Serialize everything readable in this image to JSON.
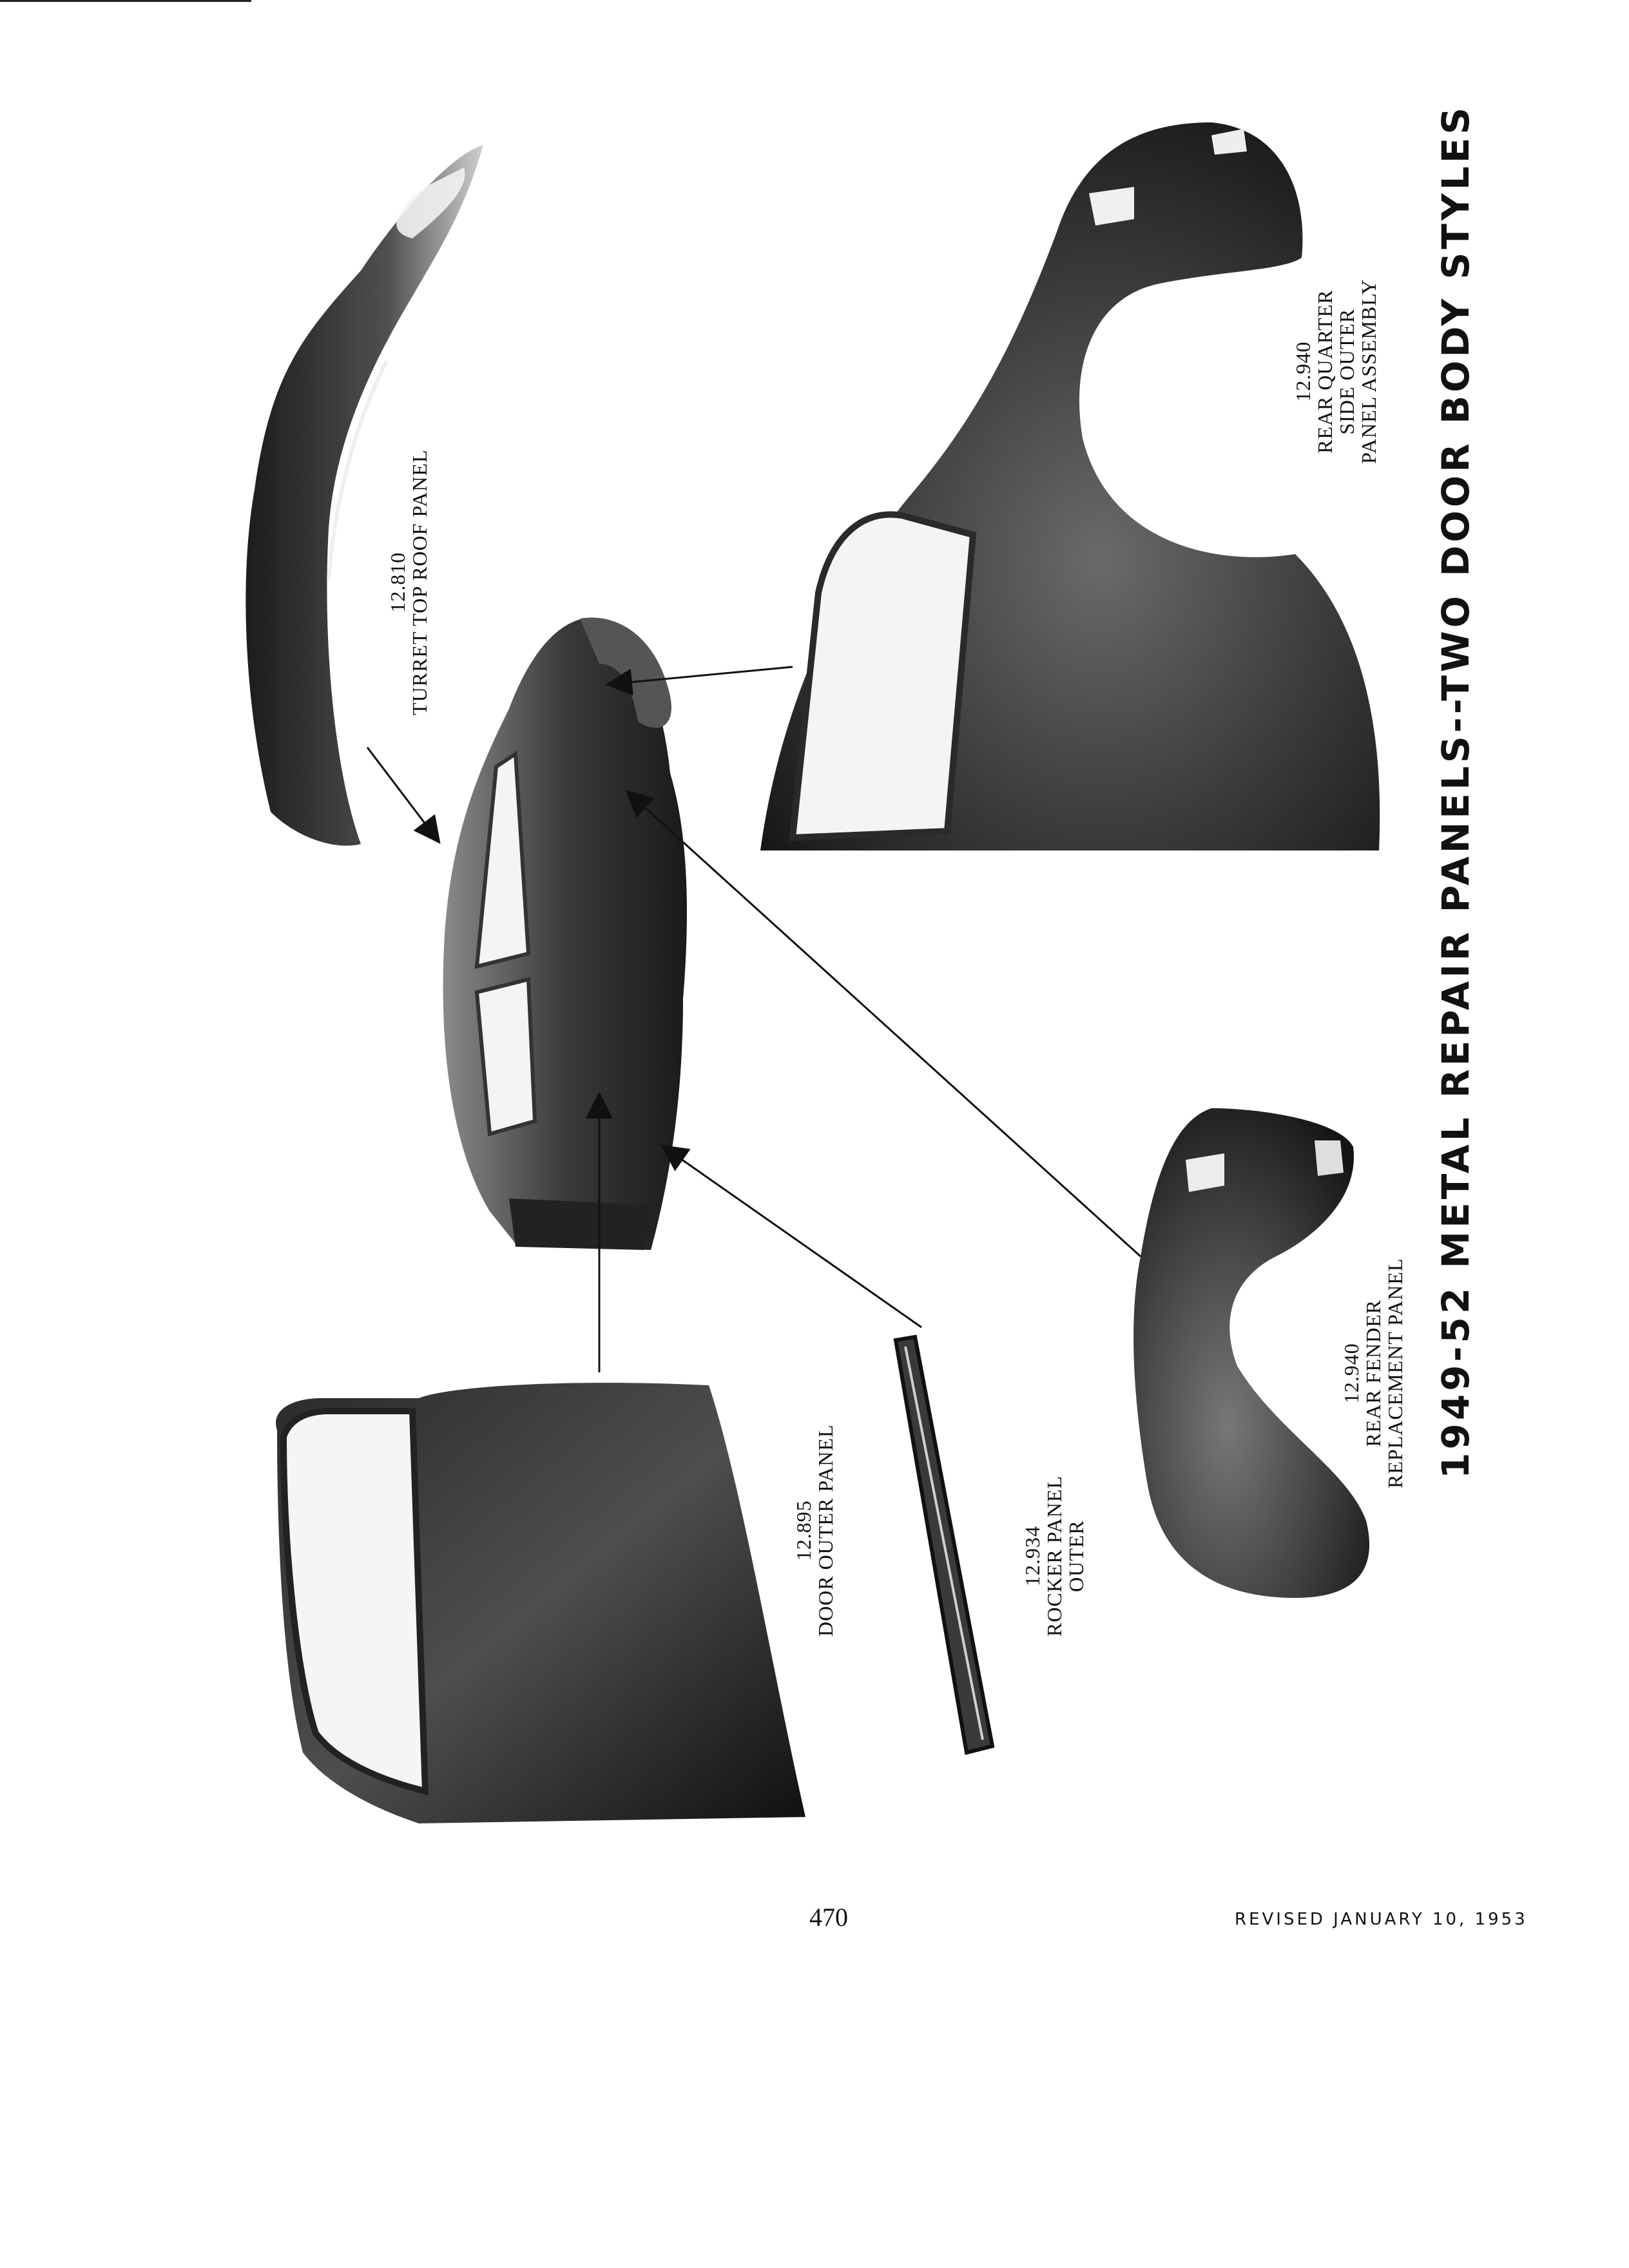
{
  "page": {
    "title": "1949-52 METAL REPAIR PANELS--TWO DOOR BODY STYLES",
    "page_number": "470",
    "revision": "REVISED JANUARY 10, 1953"
  },
  "parts": [
    {
      "key": "roof",
      "number": "12.810",
      "name_lines": [
        "TURRET TOP ROOF PANEL"
      ]
    },
    {
      "key": "quarter",
      "number": "12.940",
      "name_lines": [
        "REAR QUARTER",
        "SIDE OUTER",
        "PANEL ASSEMBLY"
      ]
    },
    {
      "key": "fender",
      "number": "12.940",
      "name_lines": [
        "REAR FENDER",
        "REPLACEMENT PANEL"
      ]
    },
    {
      "key": "door",
      "number": "12.895",
      "name_lines": [
        "DOOR OUTER PANEL"
      ]
    },
    {
      "key": "rocker",
      "number": "12.934",
      "name_lines": [
        "ROCKER PANEL",
        "OUTER"
      ]
    }
  ],
  "colors": {
    "ink": "#111111",
    "panel_dark": "#1a1a1a",
    "panel_mid": "#5a5a5a",
    "panel_light": "#bdbdbd",
    "paper": "#ffffff"
  }
}
